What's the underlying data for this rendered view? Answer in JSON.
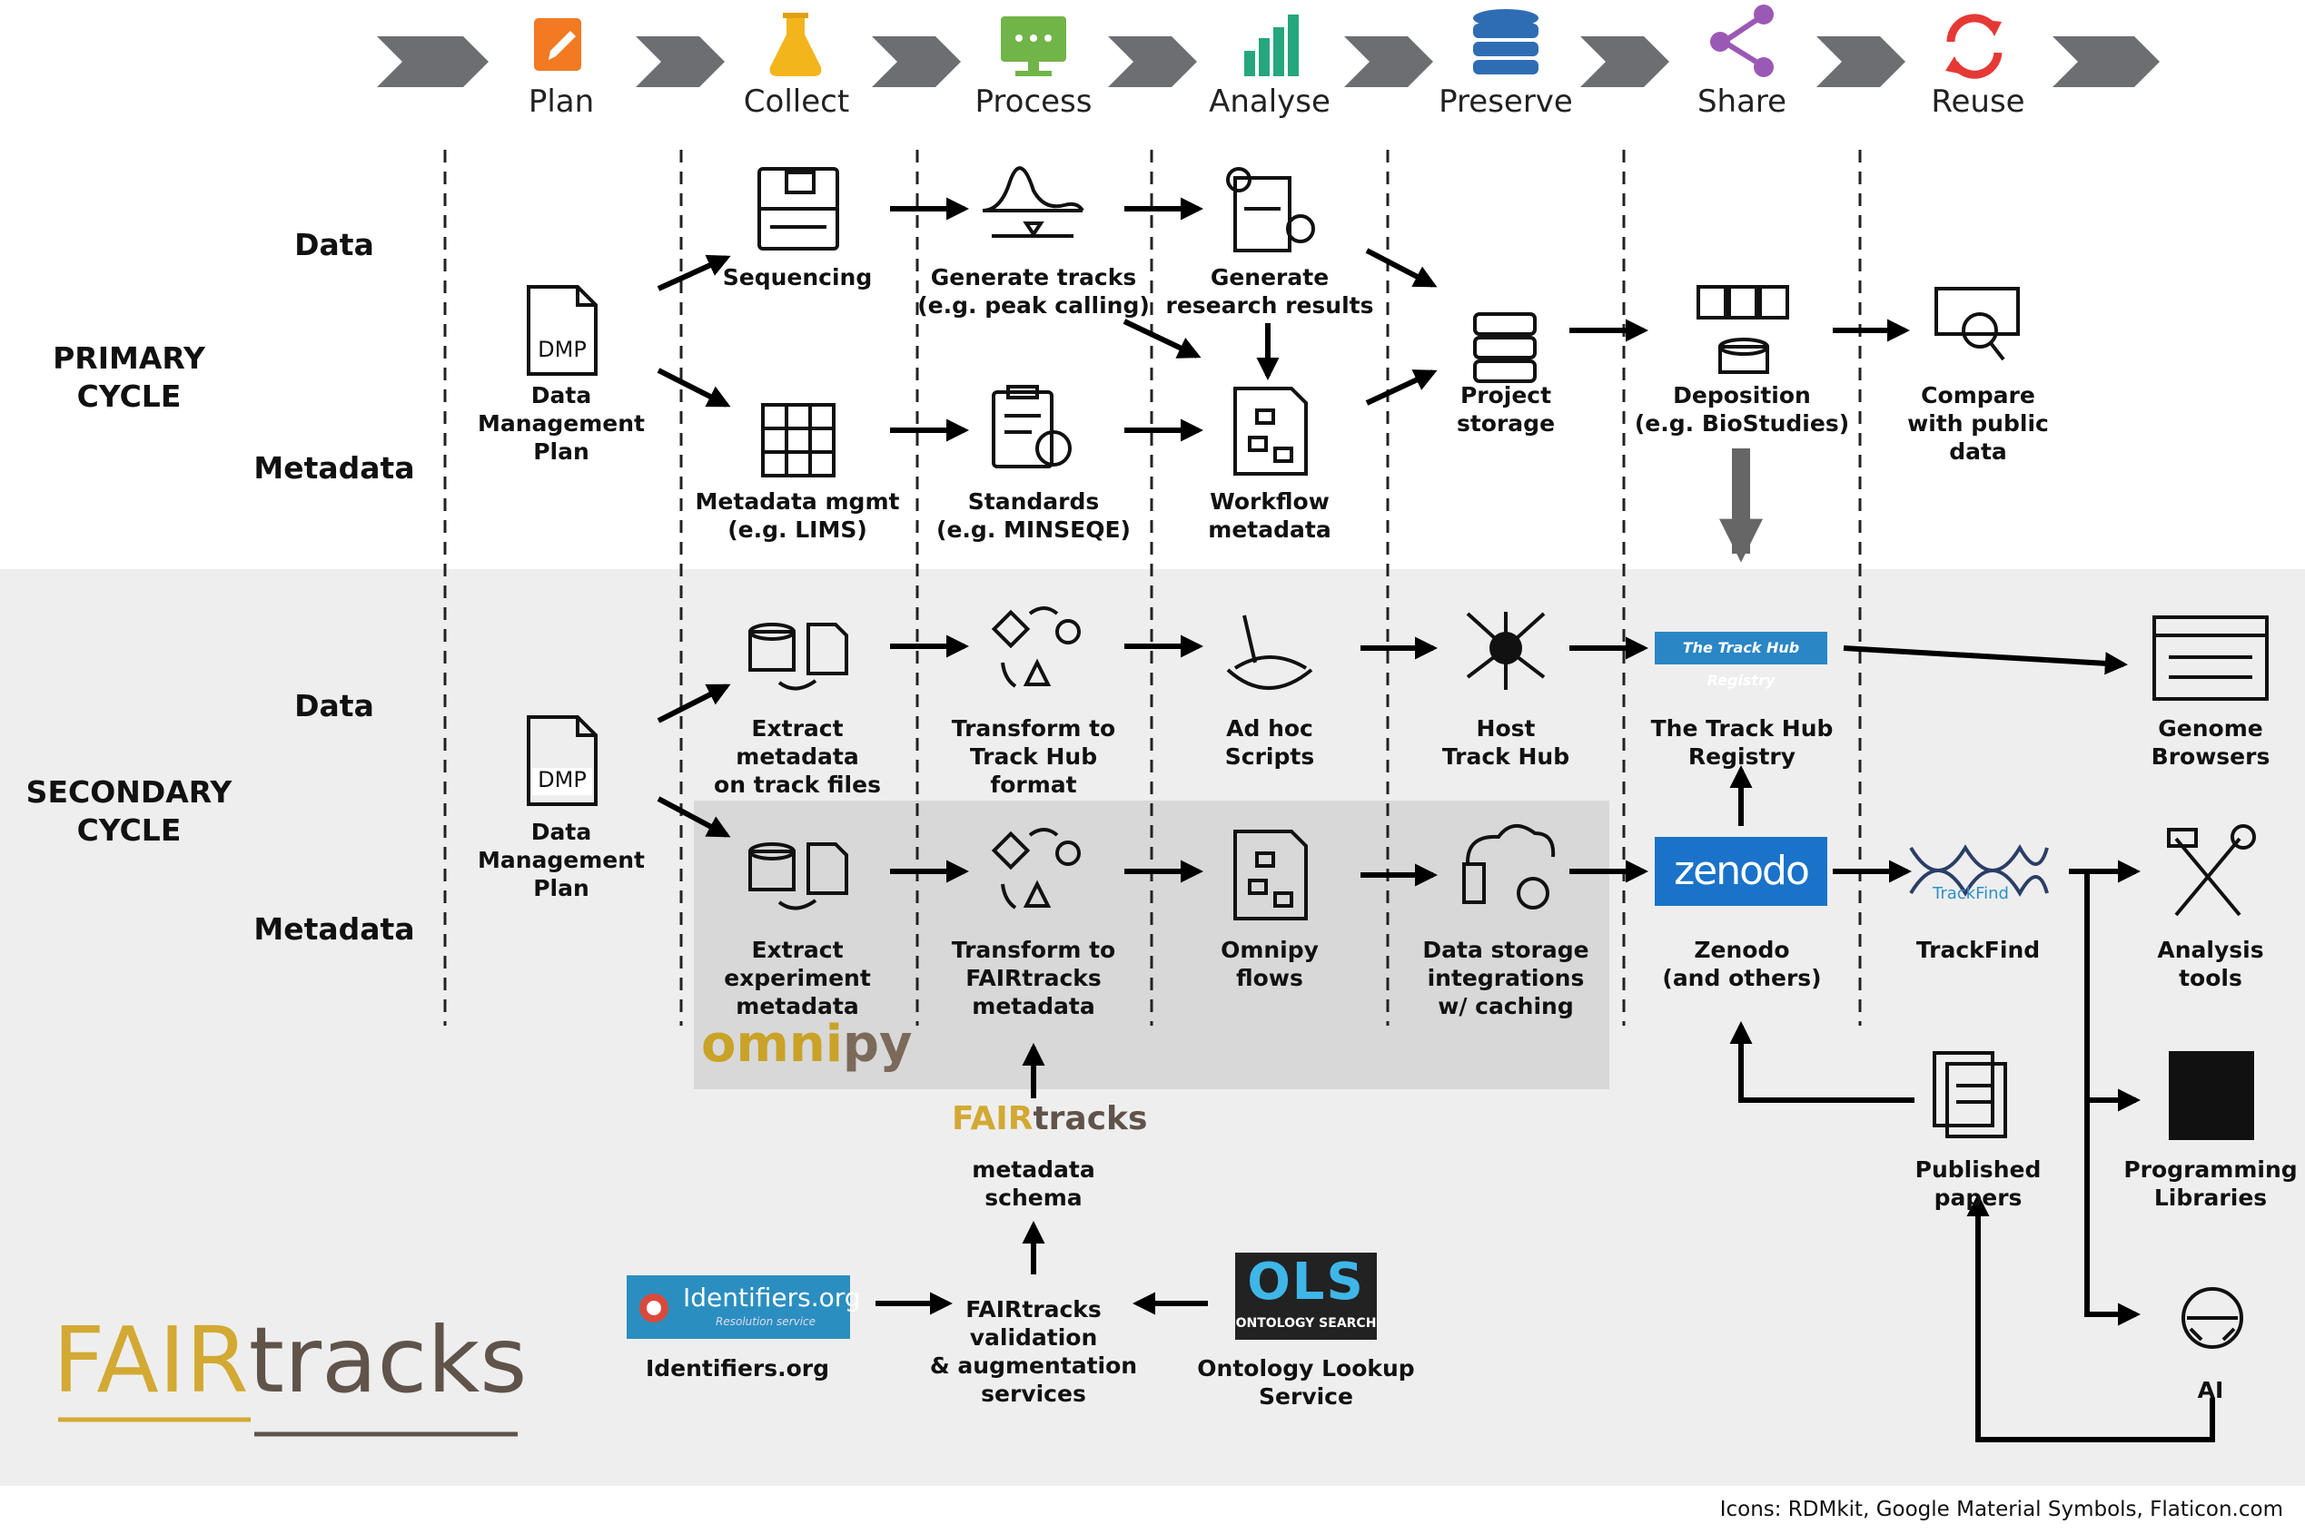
{
  "phases": [
    {
      "label": "Plan",
      "icon": "pencil-icon",
      "color": "#f27a22"
    },
    {
      "label": "Collect",
      "icon": "flask-icon",
      "color": "#f3b51c"
    },
    {
      "label": "Process",
      "icon": "monitor-icon",
      "color": "#71b448"
    },
    {
      "label": "Analyse",
      "icon": "bar-chart-icon",
      "color": "#26a67c"
    },
    {
      "label": "Preserve",
      "icon": "database-icon",
      "color": "#2e6db3"
    },
    {
      "label": "Share",
      "icon": "share-icon",
      "color": "#9b59b6"
    },
    {
      "label": "Reuse",
      "icon": "recycle-icon",
      "color": "#e53935"
    }
  ],
  "cycles": {
    "primary": [
      "PRIMARY",
      "CYCLE"
    ],
    "secondary": [
      "SECONDARY",
      "CYCLE"
    ]
  },
  "rows": {
    "data": "Data",
    "metadata": "Metadata"
  },
  "nodes": {
    "dmp1": [
      "Data",
      "Management",
      "Plan"
    ],
    "dmp1_badge": "DMP",
    "sequencing": [
      "Sequencing"
    ],
    "tracks": [
      "Generate tracks",
      "(e.g. peak calling)"
    ],
    "results": [
      "Generate",
      "research results"
    ],
    "project_storage": [
      "Project",
      "storage"
    ],
    "deposition": [
      "Deposition",
      "(e.g. BioStudies)"
    ],
    "compare": [
      "Compare",
      "with public",
      "data"
    ],
    "metadata_mgmt": [
      "Metadata mgmt",
      "(e.g. LIMS)"
    ],
    "standards": [
      "Standards",
      "(e.g. MINSEQE)"
    ],
    "workflow_md": [
      "Workflow",
      "metadata"
    ],
    "dmp2": [
      "Data",
      "Management",
      "Plan"
    ],
    "dmp2_badge": "DMP",
    "extract_md": [
      "Extract",
      "metadata",
      "on track files"
    ],
    "transform_th": [
      "Transform to",
      "Track Hub",
      "format"
    ],
    "adhoc": [
      "Ad hoc",
      "Scripts"
    ],
    "host": [
      "Host",
      "Track Hub"
    ],
    "registry": [
      "The Track Hub",
      "Registry"
    ],
    "genome": [
      "Genome",
      "Browsers"
    ],
    "extract_exp": [
      "Extract",
      "experiment",
      "metadata"
    ],
    "transform_ft": [
      "Transform to",
      "FAIRtracks",
      "metadata"
    ],
    "omnipy_flows": [
      "Omnipy",
      "flows"
    ],
    "storage_int": [
      "Data storage",
      "integrations",
      "w/ caching"
    ],
    "zenodo": [
      "Zenodo",
      "(and others)"
    ],
    "trackfind": [
      "TrackFind"
    ],
    "analysis_tools": [
      "Analysis",
      "tools"
    ],
    "published": [
      "Published",
      "papers"
    ],
    "prog_libs": [
      "Programming",
      "Libraries"
    ],
    "ai": [
      "AI"
    ],
    "schema": [
      "metadata",
      "schema"
    ],
    "validation": [
      "FAIRtracks",
      "validation",
      "& augmentation",
      "services"
    ],
    "identifiers": [
      "Identifiers.org"
    ],
    "ols": [
      "Ontology Lookup",
      "Service"
    ]
  },
  "logos": {
    "trackhub": "The Track Hub Registry",
    "zenodo": "zenodo",
    "identifiers_main": "Identifiers.org",
    "identifiers_sub": "Resolution service",
    "ols_main": "OLS",
    "ols_sub": "ONTOLOGY SEARCH",
    "omnipy_a": "omni",
    "omnipy_b": "py",
    "trackfind": "TrackFind",
    "fair_small_a": "FAIR",
    "fair_small_b": "tracks",
    "fair_big_a": "FAIR",
    "fair_big_b": "tracks"
  },
  "credit": "Icons: RDMkit,  Google Material Symbols, Flaticon.com"
}
